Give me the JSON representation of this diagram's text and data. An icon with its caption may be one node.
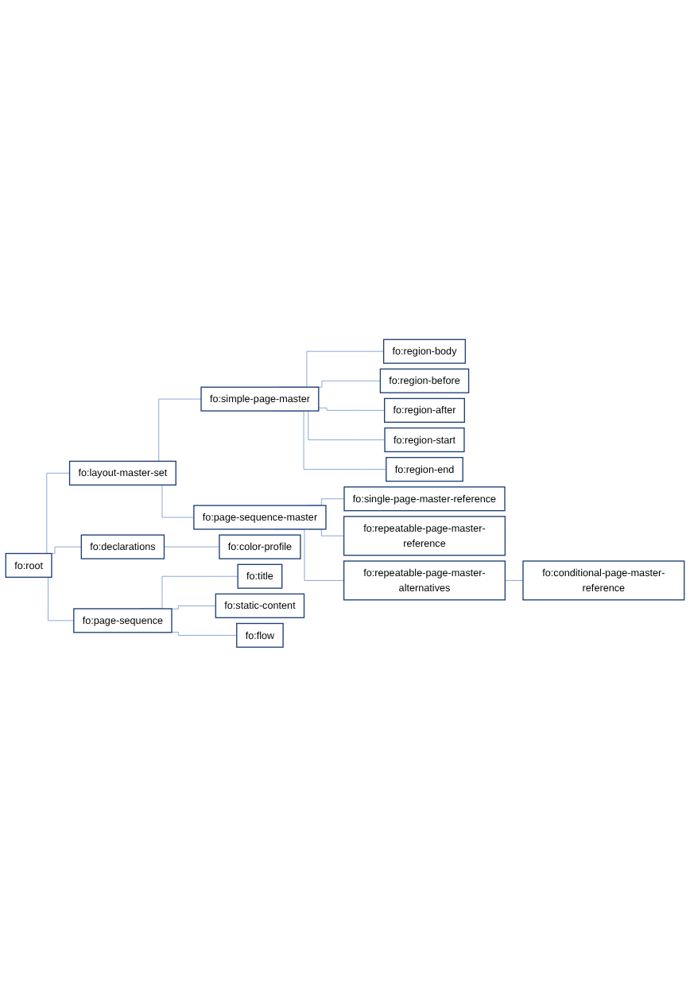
{
  "diagram": {
    "nodes": [
      {
        "text": [
          "fo:root"
        ]
      },
      {
        "text": [
          "fo:layout-master-set"
        ]
      },
      {
        "text": [
          "fo:simple-page-master"
        ]
      },
      {
        "text": [
          "fo:region-body"
        ]
      },
      {
        "text": [
          "fo:region-before"
        ]
      },
      {
        "text": [
          "fo:region-after"
        ]
      },
      {
        "text": [
          "fo:region-start"
        ]
      },
      {
        "text": [
          "fo:region-end"
        ]
      },
      {
        "text": [
          "fo:page-sequence-master"
        ]
      },
      {
        "text": [
          "fo:single-page-master-reference"
        ]
      },
      {
        "text": [
          "fo:repeatable-page-master-reference"
        ]
      },
      {
        "text": [
          "fo:repeatable-page-master-alternatives"
        ]
      },
      {
        "text": [
          "fo:conditional-page-master-reference"
        ]
      },
      {
        "text": [
          "fo:declarations"
        ]
      },
      {
        "text": [
          "fo:color-profile"
        ]
      },
      {
        "text": [
          "fo:page-sequence"
        ]
      },
      {
        "text": [
          "fo:title"
        ]
      },
      {
        "text": [
          "fo:static-content"
        ]
      },
      {
        "text": [
          "fo:flow"
        ]
      }
    ],
    "edges": [
      {
        "from": 0,
        "to": 1,
        "arrow": "none"
      },
      {
        "from": 1,
        "to": 2,
        "arrow": "none"
      },
      {
        "from": 2,
        "to": 3,
        "arrow": "none"
      },
      {
        "from": 2,
        "to": 4,
        "arrow": "none"
      },
      {
        "from": 2,
        "to": 5,
        "arrow": "none"
      },
      {
        "from": 2,
        "to": 6,
        "arrow": "none"
      },
      {
        "from": 2,
        "to": 7,
        "arrow": "none"
      },
      {
        "from": 1,
        "to": 8,
        "arrow": "none"
      },
      {
        "from": 8,
        "to": 9,
        "arrow": "none"
      },
      {
        "from": 8,
        "to": 10,
        "arrow": "none"
      },
      {
        "from": 8,
        "to": 11,
        "arrow": "none"
      },
      {
        "from": 11,
        "to": 12,
        "arrow": "none"
      },
      {
        "from": 0,
        "to": 13,
        "arrow": "none"
      },
      {
        "from": 13,
        "to": 14,
        "arrow": "none"
      },
      {
        "from": 0,
        "to": 15,
        "arrow": "none"
      },
      {
        "from": 15,
        "to": 16,
        "arrow": "none"
      },
      {
        "from": 15,
        "to": 17,
        "arrow": "none"
      },
      {
        "from": 15,
        "to": 18,
        "arrow": "none"
      }
    ]
  }
}
